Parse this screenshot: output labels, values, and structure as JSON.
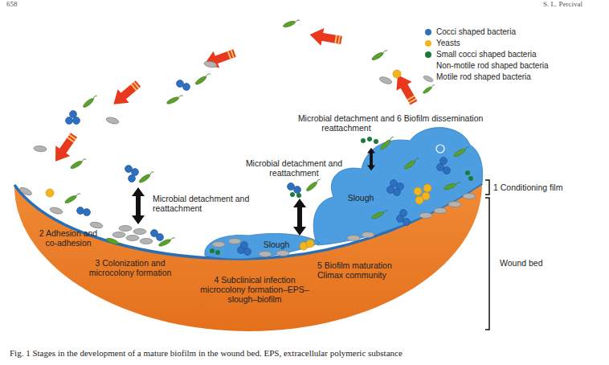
{
  "diagram": {
    "caption": "Fig. 1 Stages in the development of a mature biofilm in the wound bed. EPS, extracellular polymeric substance",
    "labels": [
      "658",
      "S. L. Percival",
      "1 Conditioning film",
      "Wound bed",
      "2 Adhesion and co-adhesion",
      "3 Colonization and microcolony formation",
      "4 Subclinical infection microcolony formation–EPS–slough–biofilm",
      "5 Biofilm maturation Climax community",
      "6 Biofilm dissemination",
      "Microbial detachment and reattachment",
      "Microbial detachment and reattachment",
      "Microbial detachment and reattachment",
      "Slough",
      "Slough"
    ],
    "legend": [
      {
        "text": "Cocci shaped bacteria",
        "color": "#2f6fc0"
      },
      {
        "text": "Yeasts",
        "color": "#f2b51d"
      },
      {
        "text": "Small cocci shaped bacteria",
        "color": "#1d7a3c"
      },
      {
        "text": "Non-motile rod shaped bacteria"
      },
      {
        "text": "Motile rod shaped bacteria"
      }
    ]
  }
}
